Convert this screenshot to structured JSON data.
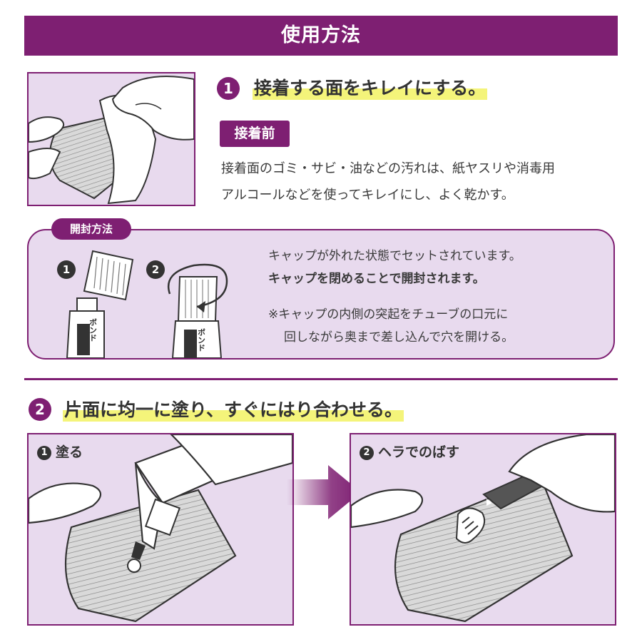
{
  "header": {
    "title": "使用方法"
  },
  "step1": {
    "number": "1",
    "heading": "接着する面をキレイにする。",
    "badge": "接着前",
    "text_lines": [
      "接着面のゴミ・サビ・油などの汚れは、紙ヤスリや消毒用",
      "アルコールなどを使ってキレイにし、よく乾かす。"
    ]
  },
  "opening": {
    "tab_label": "開封方法",
    "step_numbers": [
      "1",
      "2"
    ],
    "lines": [
      "キャップが外れた状態でセットされています。",
      "キャップを閉めることで開封されます。",
      "※キャップの内側の突起をチューブの口元に",
      "回しながら奥まで差し込んで穴を開ける。"
    ],
    "tube_label": "ボンド"
  },
  "step2": {
    "number": "2",
    "heading": "片面に均一に塗り、すぐにはり合わせる。",
    "sub1": {
      "number": "1",
      "label": "塗る"
    },
    "sub2": {
      "number": "2",
      "label": "ヘラでのばす"
    }
  },
  "colors": {
    "brand_purple": "#7e1f72",
    "panel_lavender": "#e8daee",
    "highlight_yellow": "#f4f47a"
  },
  "icons": [
    "hand-with-cloth",
    "plate",
    "cap",
    "tube",
    "tube-with-cap",
    "spatula",
    "arrow-right"
  ]
}
